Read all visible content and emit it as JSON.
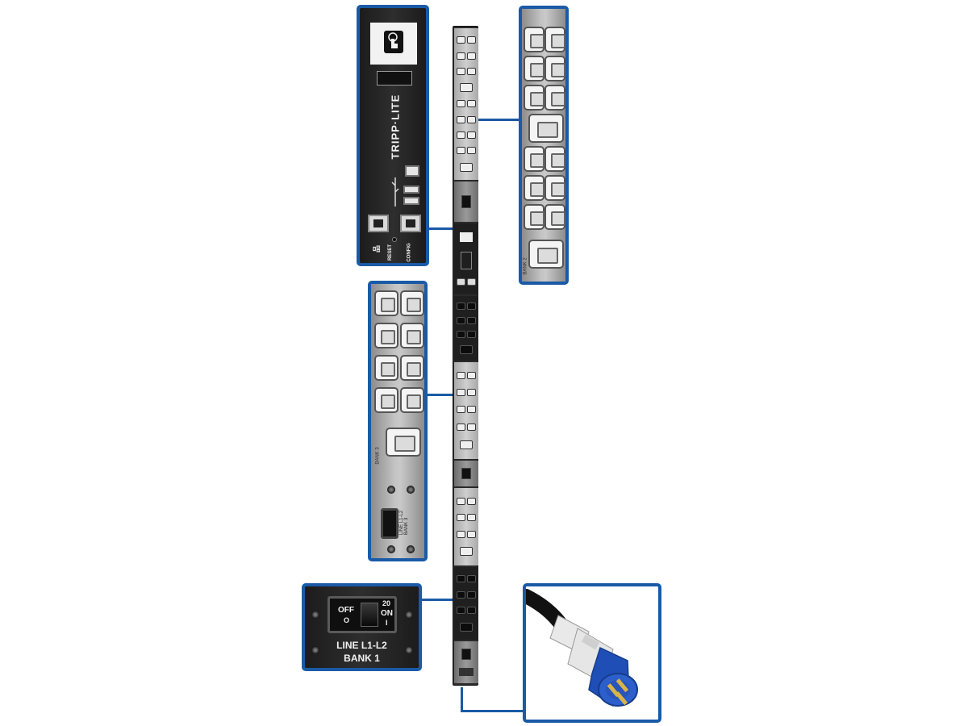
{
  "brand": {
    "logo_text": "TRIPP·LITE"
  },
  "controller_panel": {
    "port_labels": {
      "network": "品",
      "reset": "RESET",
      "config": "CONFIG"
    },
    "usb_icon": "usb-trident-icon",
    "touch_icon": "touch-hand-icon"
  },
  "top_outlet_callout": {
    "bank_label": "BANK 2"
  },
  "mid_outlet_callout": {
    "bank_label": "BANK 3",
    "breaker_label": "LINE L1-L2\nBANK 3"
  },
  "breaker_callout": {
    "off_label": "OFF",
    "off_symbol": "O",
    "rating": "20",
    "on_label": "ON",
    "on_symbol": "I",
    "line_label": "LINE L1-L2",
    "bank_label": "BANK 1"
  },
  "colors": {
    "callout_border": "#1a5aa6",
    "plug_blue": "#1f4fb6",
    "plug_white": "#e9e9e9",
    "cable": "#111111"
  }
}
